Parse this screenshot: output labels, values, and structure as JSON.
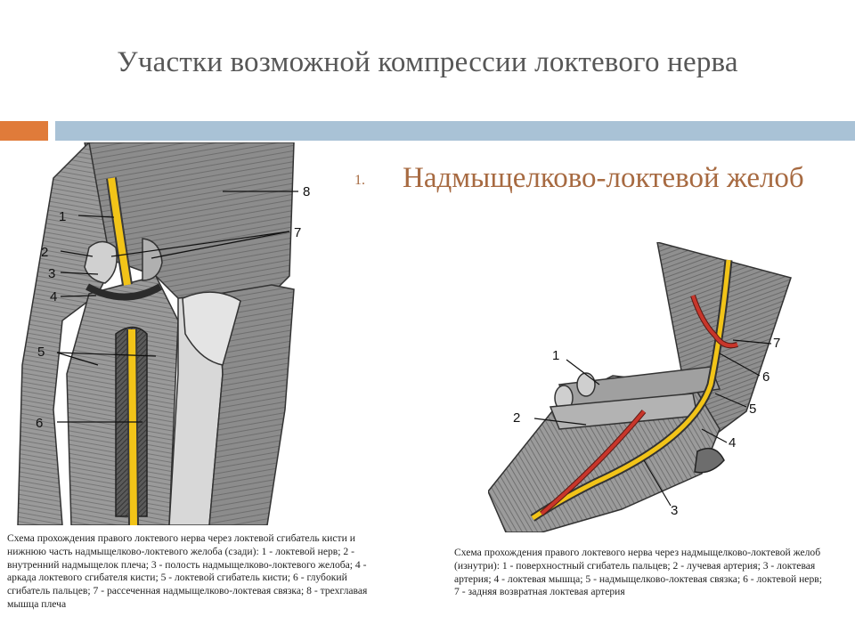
{
  "slide": {
    "title": "Участки возможной компрессии локтевого нерва",
    "list": [
      {
        "number": "1.",
        "text": "Надмыщелково-локтевой желоб"
      }
    ],
    "captions": {
      "left": "Схема прохождения правого локтевого нерва через локтевой сгибатель кисти и нижнюю часть надмыщелково-локтевого желоба (сзади): 1 - локтевой нерв; 2 - внутренний надмыщелок плеча; 3 - полость надмыщелково-локтевого желоба; 4 - аркада локтевого сгибателя кисти; 5 - локтевой сгибатель кисти; 6 - глубокий сгибатель пальцев; 7 - рассеченная надмыщелково-локтевая связка; 8 - трехглавая мышца плеча",
      "right": "Схема прохождения правого локтевого нерва через надмыщелково-локтевой желоб (изнутри): 1 - поверхностный сгибатель пальцев; 2 - лучевая артерия; 3 - локтевая артерия; 4 - локтевая мышца; 5 - надмыщелково-локтевая связка; 6 - локтевой нерв; 7 - задняя возвратная локтевая артерия"
    },
    "figure_left_labels": [
      "1",
      "2",
      "3",
      "4",
      "5",
      "6",
      "7",
      "8"
    ],
    "figure_right_labels": [
      "1",
      "2",
      "3",
      "4",
      "5",
      "6",
      "7"
    ]
  },
  "colors": {
    "title": "#575757",
    "accent_text": "#a76a41",
    "bar_orange": "#e07b3a",
    "bar_blue": "#a9c2d6",
    "nerve": "#f2c418",
    "artery": "#c8362b",
    "muscle": "#8a8a8a"
  }
}
